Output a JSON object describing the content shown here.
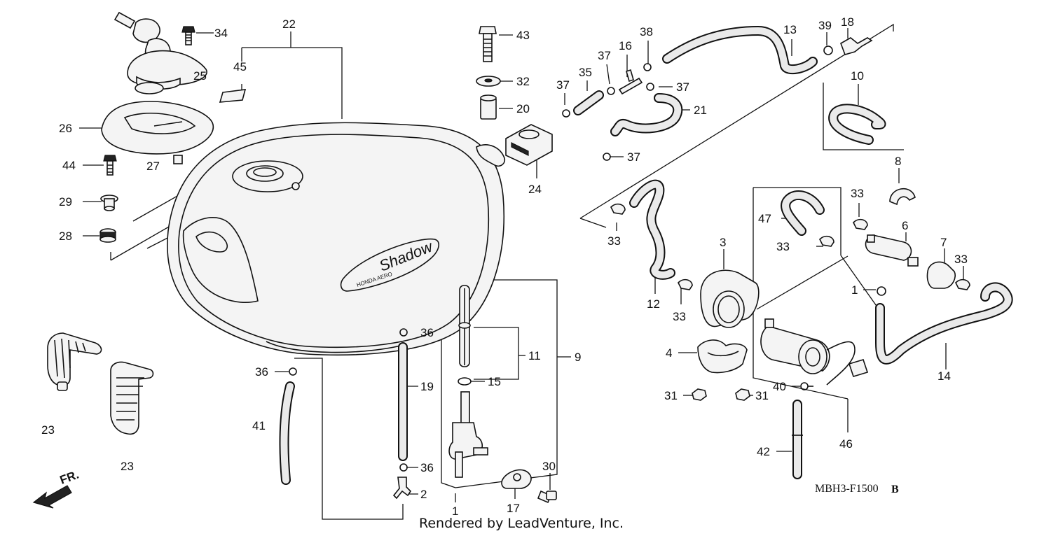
{
  "diagram": {
    "drawing_code": "MBH3-F1500",
    "drawing_suffix": "B",
    "credit": "Rendered by LeadVenture, Inc.",
    "front_arrow_label": "FR.",
    "tank_logo_text": "Shadow",
    "tank_logo_subtext": "HONDA AERO"
  },
  "callouts": {
    "c1a": "1",
    "c1b": "1",
    "c2": "2",
    "c3": "3",
    "c4": "4",
    "c6": "6",
    "c7": "7",
    "c8": "8",
    "c9": "9",
    "c10": "10",
    "c11": "11",
    "c12": "12",
    "c13": "13",
    "c14": "14",
    "c15": "15",
    "c16": "16",
    "c17": "17",
    "c18": "18",
    "c19": "19",
    "c20": "20",
    "c21": "21",
    "c22": "22",
    "c23a": "23",
    "c23b": "23",
    "c24": "24",
    "c25": "25",
    "c26": "26",
    "c27": "27",
    "c28": "28",
    "c29": "29",
    "c30": "30",
    "c31a": "31",
    "c31b": "31",
    "c32": "32",
    "c33a": "33",
    "c33b": "33",
    "c33c": "33",
    "c33d": "33",
    "c33e": "33",
    "c34": "34",
    "c35": "35",
    "c36a": "36",
    "c36b": "36",
    "c36c": "36",
    "c37a": "37",
    "c37b": "37",
    "c37c": "37",
    "c37d": "37",
    "c38": "38",
    "c39": "39",
    "c40": "40",
    "c41": "41",
    "c42": "42",
    "c43": "43",
    "c44": "44",
    "c45": "45",
    "c46": "46",
    "c47": "47"
  }
}
